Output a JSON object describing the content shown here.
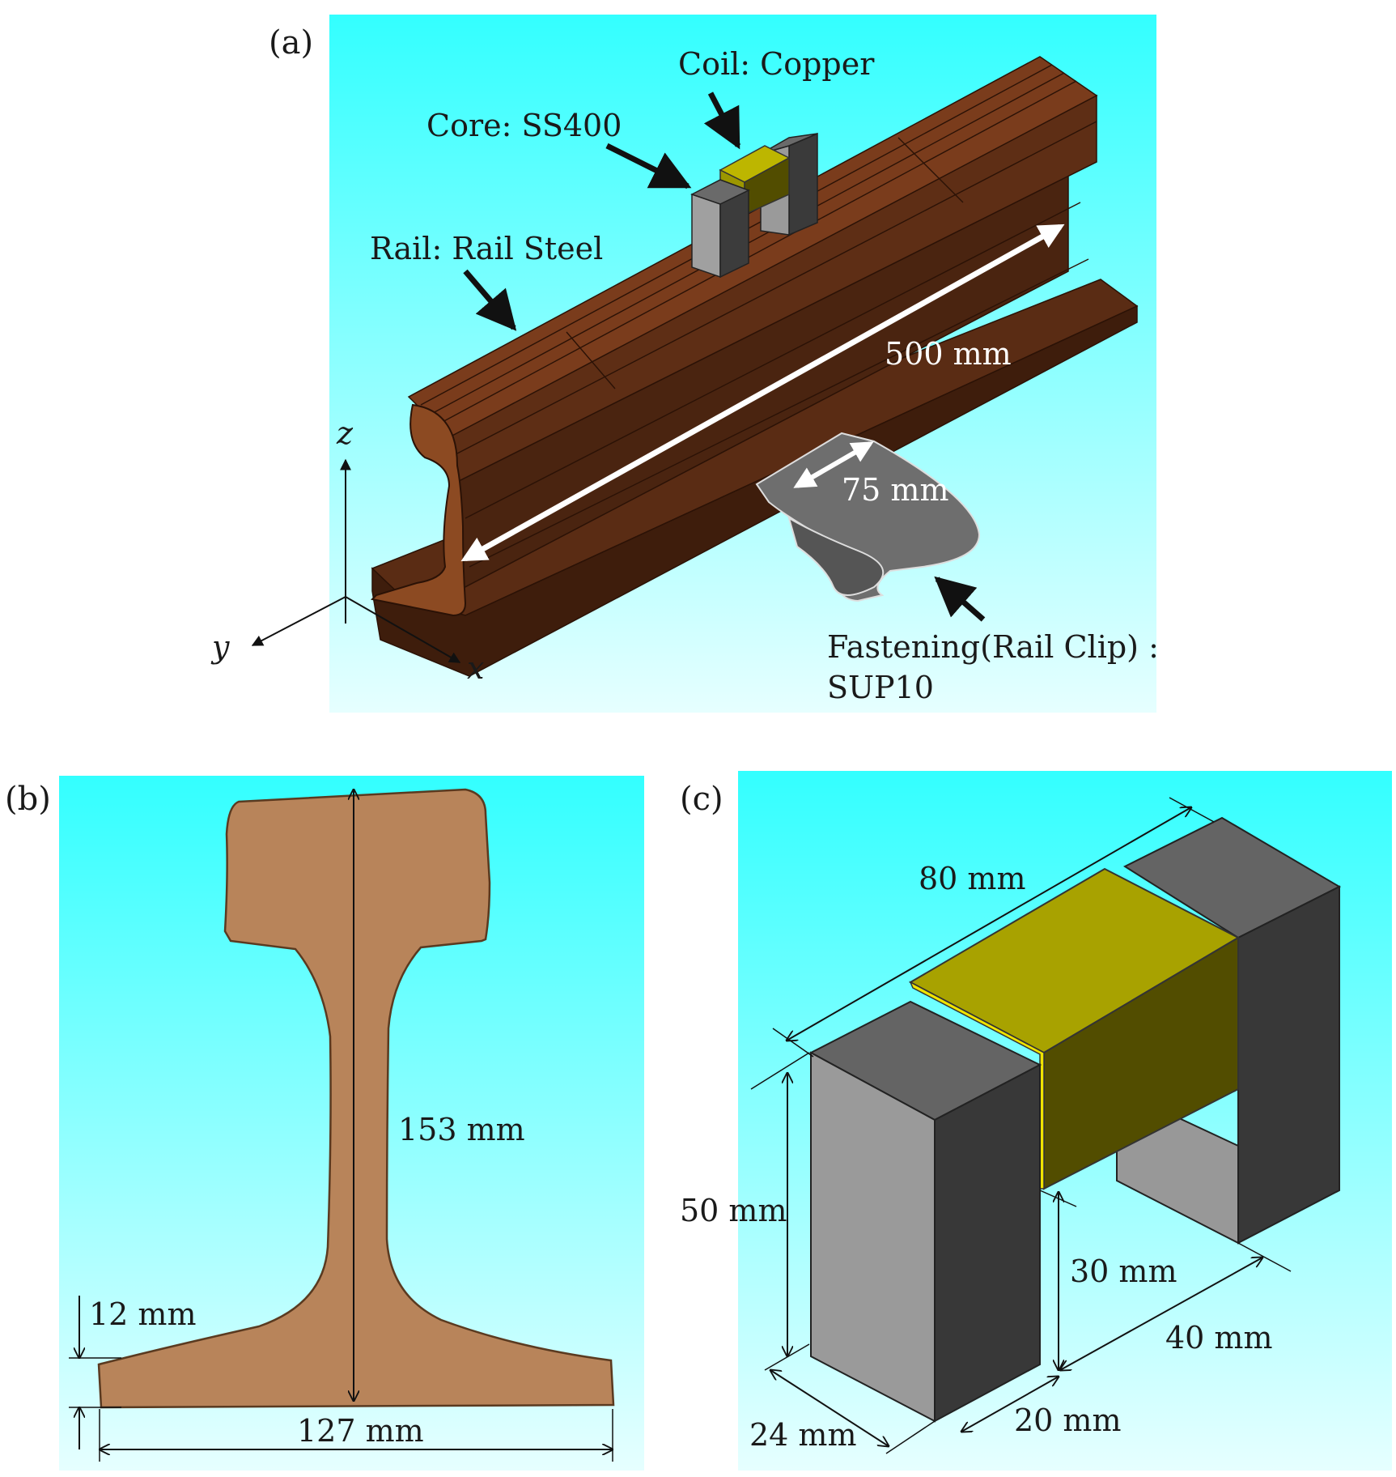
{
  "panels": {
    "a": {
      "tag": "(a)",
      "labels": {
        "coil": "Coil: Copper",
        "core": "Core: SS400",
        "rail": "Rail: Rail Steel",
        "length": "500 mm",
        "clip_width": "75 mm",
        "fastening_line1": "Fastening(Rail Clip) :",
        "fastening_line2": "SUP10"
      },
      "axes": {
        "x": "x",
        "y": "y",
        "z": "z"
      }
    },
    "b": {
      "tag": "(b)",
      "labels": {
        "height": "153 mm",
        "base_width": "127 mm",
        "foot_thickness": "12 mm"
      }
    },
    "c": {
      "tag": "(c)",
      "labels": {
        "length": "80 mm",
        "height": "50 mm",
        "gap_height": "30 mm",
        "depth": "40 mm",
        "leg_width": "24 mm",
        "gap_width": "20 mm"
      }
    }
  },
  "colors": {
    "bg_top": "#33FFFF",
    "bg_bottom": "#E6FFFF",
    "rail_dark": "#4A2410",
    "rail_mid": "#6B3418",
    "rail_section": "#B8845A",
    "core_light": "#9C9C9C",
    "core_dark": "#3C3C3C",
    "core_top": "#6A6A6A",
    "coil_front": "#9C9700",
    "coil_side": "#524D00",
    "clip": "#6E6E6E"
  }
}
